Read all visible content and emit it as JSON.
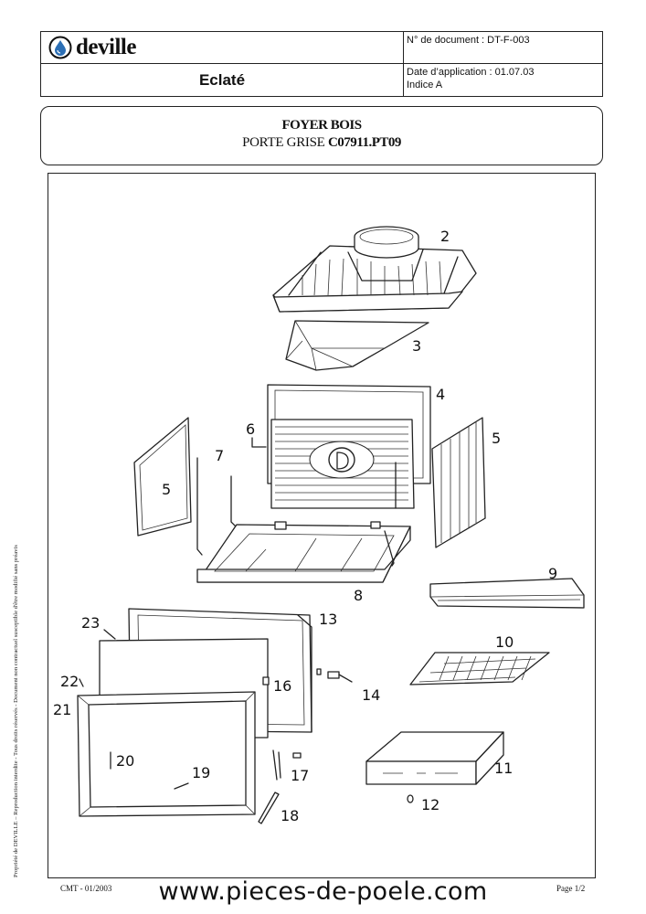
{
  "header": {
    "logo_text": "deville",
    "title": "Eclaté",
    "doc_number": "N° de document : DT-F-003",
    "date_application": "Date d’application : 01.07.03",
    "index": "Indice A"
  },
  "title_box": {
    "line1": "FOYER BOIS",
    "line2_prefix": "PORTE GRISE ",
    "line2_ref": "C07911.PT09"
  },
  "side_text": "Propriété de DEVILLE –  Reproduction interdite - Tous droits réservés - Document non contractuel susceptible d'être modifié sans préavis",
  "part_numbers": {
    "p2": "2",
    "p3": "3",
    "p4": "4",
    "p5a": "5",
    "p5b": "5",
    "p6": "6",
    "p7": "7",
    "p8": "8",
    "p9": "9",
    "p10": "10",
    "p11": "11",
    "p12": "12",
    "p13": "13",
    "p14": "14",
    "p16": "16",
    "p17": "17",
    "p18": "18",
    "p19": "19",
    "p20": "20",
    "p21": "21",
    "p22": "22",
    "p23": "23"
  },
  "footer": {
    "left": "CMT - 01/2003",
    "url": "www.pieces-de-poele.com",
    "right": "Page 1/2"
  }
}
